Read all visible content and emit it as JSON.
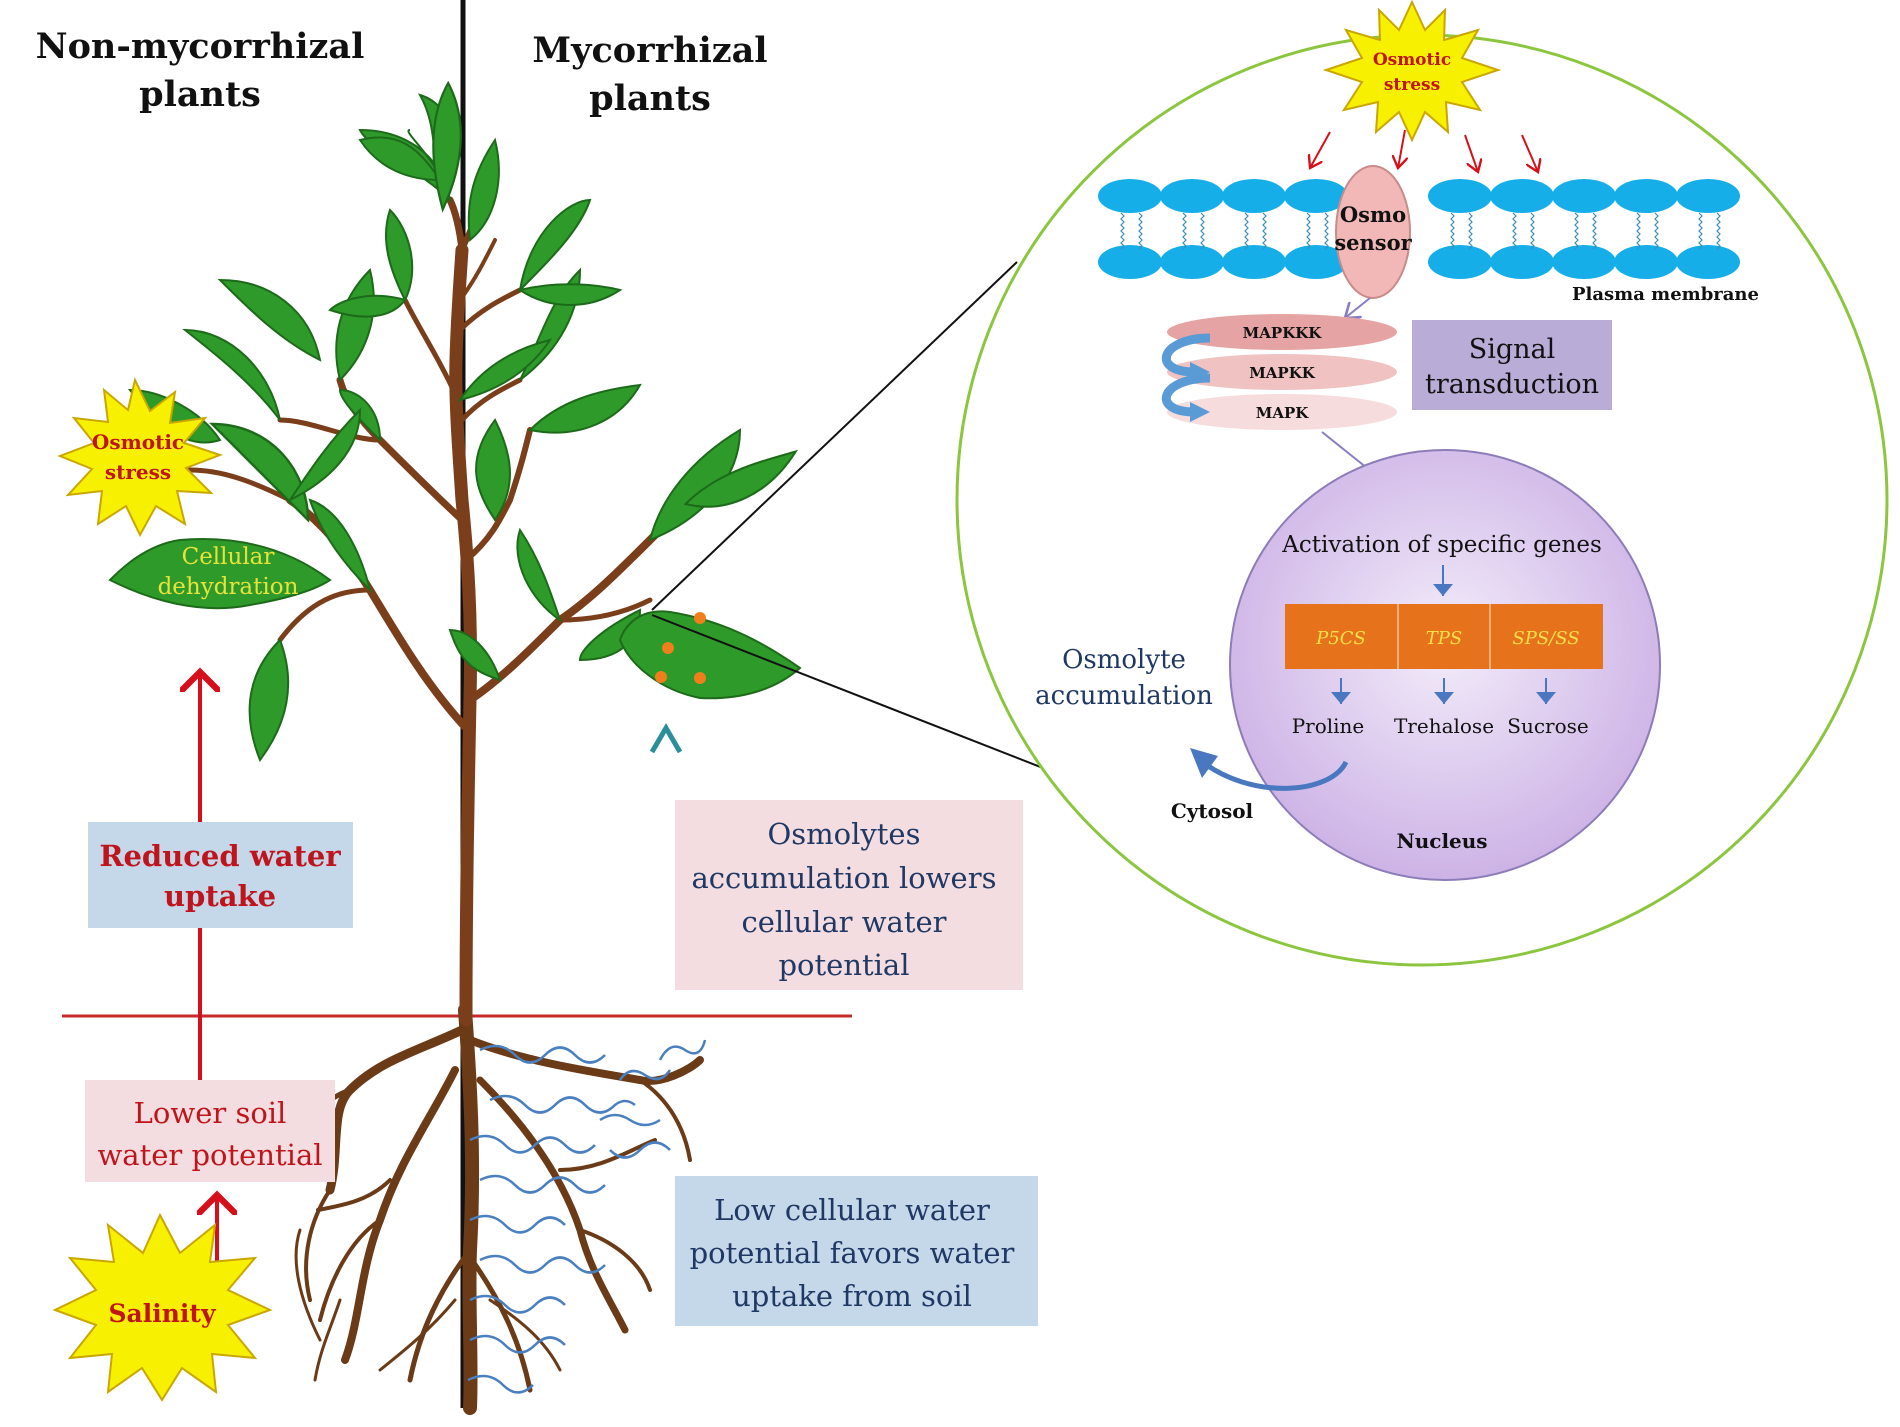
{
  "left_heading": {
    "line1": "Non-mycorrhizal",
    "line2": "plants"
  },
  "right_heading": {
    "line1": "Mycorrhizal",
    "line2": "plants"
  },
  "osmotic_stress_left": {
    "line1": "Osmotic",
    "line2": "stress"
  },
  "cellular_dehydration": {
    "line1": "Cellular",
    "line2": "dehydration"
  },
  "reduced_water_uptake": {
    "line1": "Reduced water",
    "line2": "uptake"
  },
  "lower_soil_water_potential": {
    "line1": "Lower soil",
    "line2": "water potential"
  },
  "salinity": "Salinity",
  "osmolytes_box": {
    "line1": "Osmolytes",
    "line2": "accumulation lowers",
    "line3": "cellular water",
    "line4": "potential"
  },
  "low_cellular_box": {
    "line1": "Low cellular water",
    "line2": "potential favors water",
    "line3": "uptake from soil"
  },
  "inset": {
    "osmotic_stress": {
      "line1": "Osmotic",
      "line2": "stress"
    },
    "osmosensor": {
      "line1": "Osmo",
      "line2": "sensor"
    },
    "plasma_membrane": "Plasma membrane",
    "kinases": [
      "MAPKKK",
      "MAPKK",
      "MAPK"
    ],
    "signal_transduction": {
      "line1": "Signal",
      "line2": "transduction"
    },
    "activation": "Activation of specific genes",
    "genes": [
      "P5CS",
      "TPS",
      "SPS/SS"
    ],
    "products": [
      "Proline",
      "Trehalose",
      "Sucrose"
    ],
    "osmolyte_accumulation": {
      "line1": "Osmolyte",
      "line2": "accumulation"
    },
    "cytosol": "Cytosol",
    "nucleus": "Nucleus"
  },
  "colors": {
    "red_text": "#c0141c",
    "yellow_star": "#f7f000",
    "leaf_green": "#2e9a2a",
    "trunk_brown": "#7a3e1a",
    "pink_box": "#f4dde0",
    "blue_box": "#c5d8ea",
    "green_circle": "#8cc63f",
    "membrane_blue": "#16aee8",
    "gene_orange": "#e6731c",
    "nucleus_lavender": "#dcc8ec",
    "teal_arrow": "#2f8fa0",
    "dark_navy": "#1f3864"
  }
}
